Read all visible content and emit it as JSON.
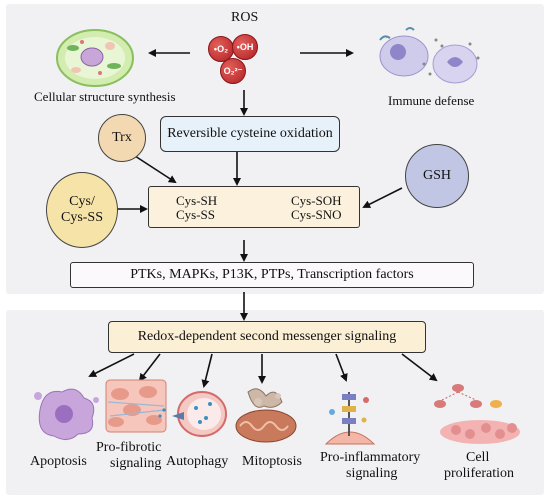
{
  "ros_label": "ROS",
  "ros_molecules": [
    "•O₂",
    "•OH",
    "O₂²⁻"
  ],
  "cellular_structure": "Cellular structure synthesis",
  "immune_defense": "Immune defense",
  "reversible": "Reversible cysteine oxidation",
  "trx": "Trx",
  "cys_line1": "Cys/",
  "cys_line2": "Cys-SS",
  "gsh": "GSH",
  "cys_sh": "Cys-SH",
  "cys_soh": "Cys-SOH",
  "cys_ss": "Cys-SS",
  "cys_sno": "Cys-SNO",
  "ptk": "PTKs, MAPKs, P13K, PTPs, Transcription factors",
  "redox": "Redox-dependent second messenger signaling",
  "outcomes": {
    "apoptosis": "Apoptosis",
    "profibrotic_1": "Pro-fibrotic",
    "profibrotic_2": "signaling",
    "autophagy": "Autophagy",
    "mitoptosis": "Mitoptosis",
    "proinflam_1": "Pro-inflammatory",
    "proinflam_2": "signaling",
    "cellprolif_1": "Cell",
    "cellprolif_2": "proliferation"
  },
  "colors": {
    "panel_bg": "#f1f0f2",
    "ros_red": "#c0262b",
    "reversible_box": "#e7f1fa",
    "cys_box": "#fbf1dd",
    "redox_box": "#fbefd5",
    "trx": "#f3d9b2",
    "cys_circle": "#f5e3a7",
    "gsh": "#c1c6e5"
  }
}
